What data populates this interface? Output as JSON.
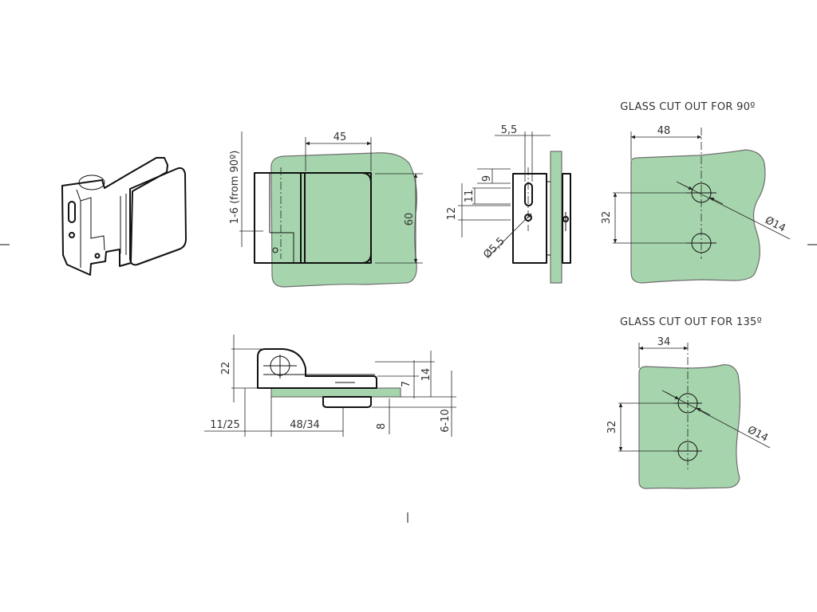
{
  "colors": {
    "glass": "#a6d5ad",
    "line": "#111111",
    "dimension": "#333333",
    "background": "#ffffff"
  },
  "views": {
    "iso": {
      "label": ""
    },
    "front": {
      "dim_width": "45",
      "dim_height": "60",
      "dim_offset": "1-6 (from 90º)"
    },
    "side": {
      "dim_top": "5,5",
      "dim_9": "9",
      "dim_11": "11",
      "dim_12": "12",
      "dim_hole": "Ø5,5"
    },
    "cut90": {
      "title": "GLASS CUT OUT FOR 90º",
      "dim_width": "48",
      "dim_spacing": "32",
      "dim_hole": "Ø14"
    },
    "cut135": {
      "title": "GLASS CUT OUT FOR 135º",
      "dim_width": "34",
      "dim_spacing": "32",
      "dim_hole": "Ø14"
    },
    "top": {
      "dim_22": "22",
      "dim_14": "14",
      "dim_7": "7",
      "dim_8": "8",
      "dim_6_10": "6-10",
      "dim_11_25": "11/25",
      "dim_48_34": "48/34"
    }
  }
}
